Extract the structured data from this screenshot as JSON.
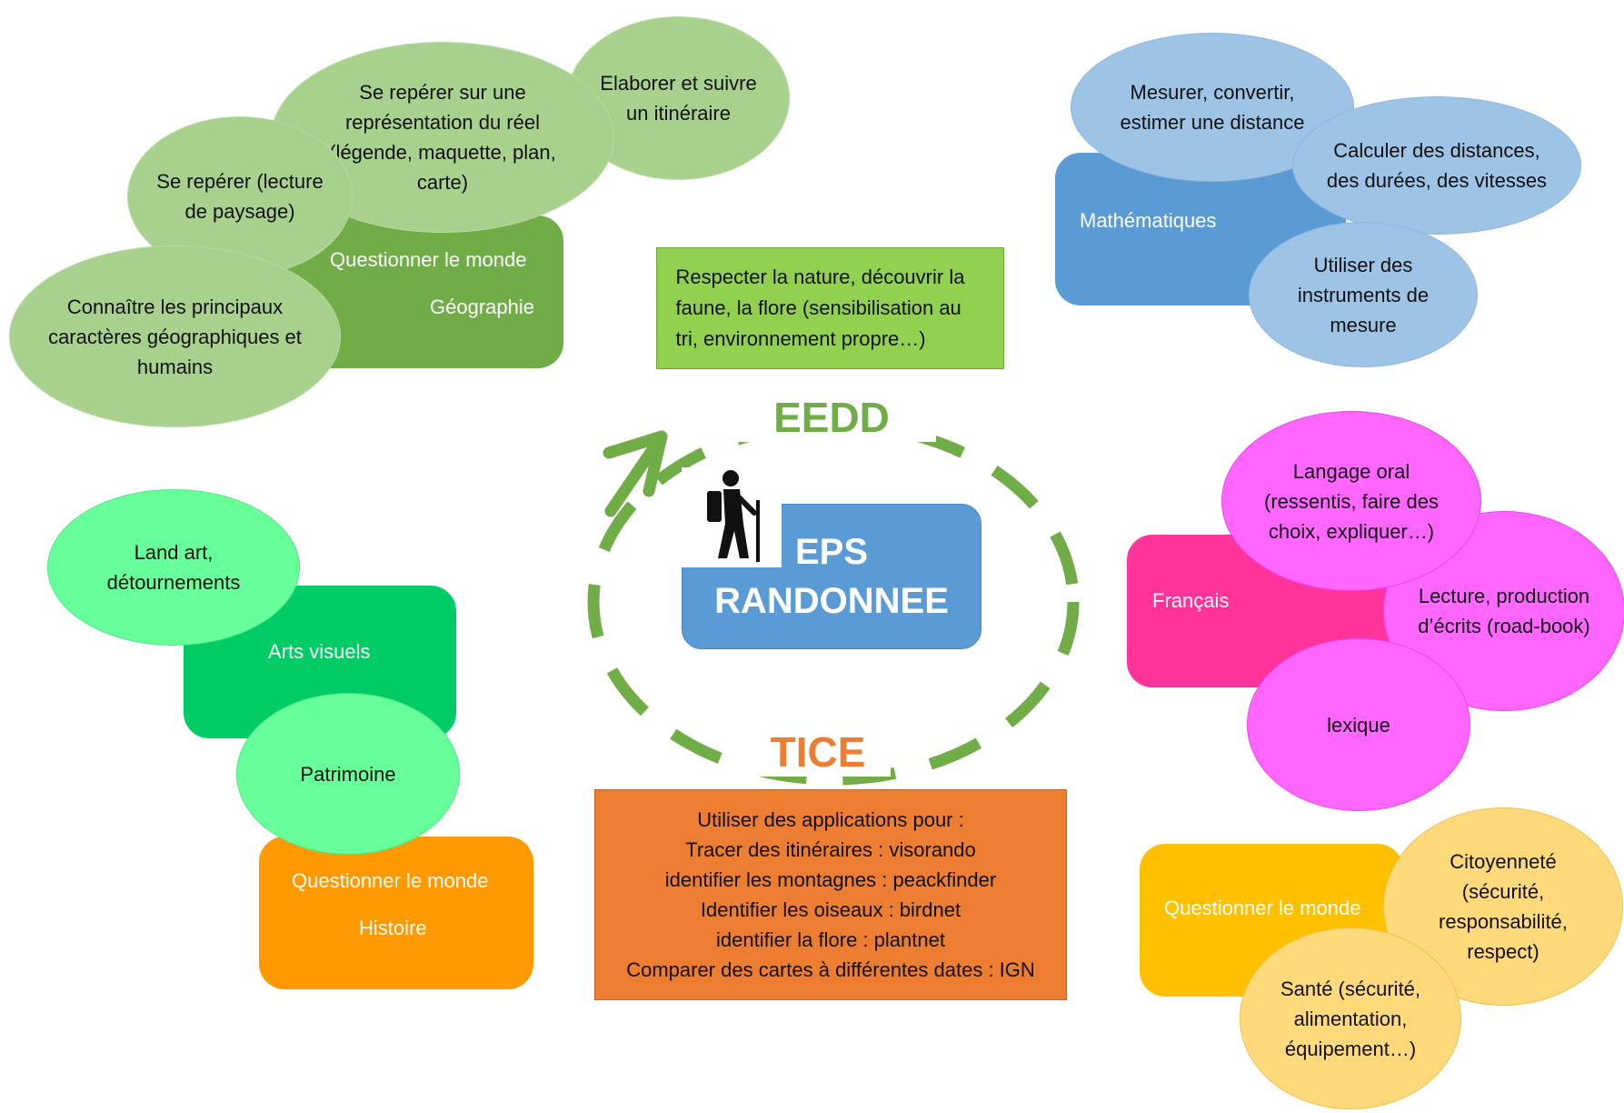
{
  "center": {
    "line1": "EPS",
    "line2": "RANDONNEE"
  },
  "cycle": {
    "top_label": "EEDD",
    "bottom_label": "TICE"
  },
  "eedd_box": {
    "text": "Respecter la nature, découvrir la faune, la flore (sensibilisation au tri, environnement propre…)"
  },
  "tice_box": {
    "lines": [
      "Utiliser des applications pour :",
      "Tracer des itinéraires : visorando",
      "identifier les montagnes : peackfinder",
      "Identifier les oiseaux : birdnet",
      "identifier la flore : plantnet",
      "Comparer des cartes à différentes dates : IGN"
    ]
  },
  "geography": {
    "subject_line1": "Questionner le monde",
    "subject_line2": "Géographie",
    "bubbles": [
      "Connaître les principaux caractères géographiques et humains",
      "Se repérer (lecture de paysage)",
      "Se repérer sur une représentation du réel (légende, maquette, plan, carte)",
      "Elaborer et suivre un itinéraire"
    ]
  },
  "maths": {
    "subject": "Mathématiques",
    "bubbles": [
      "Mesurer, convertir, estimer une distance",
      "Calculer des distances, des durées, des vitesses",
      "Utiliser des instruments de mesure"
    ]
  },
  "french": {
    "subject": "Français",
    "bubbles": [
      "Langage oral (ressentis, faire des choix, expliquer…)",
      "Lecture, production d’écrits (road-book)",
      "lexique"
    ]
  },
  "arts": {
    "subject": "Arts visuels",
    "bubbles": [
      "Land art, détournements",
      "Patrimoine"
    ]
  },
  "history": {
    "subject_line1": "Questionner le monde",
    "subject_line2": "Histoire"
  },
  "civics": {
    "subject": "Questionner le monde",
    "bubbles": [
      "Citoyenneté (sécurité, responsabilité, respect)",
      "Santé (sécurité, alimentation, équipement…)"
    ]
  },
  "colors": {
    "geography": "#70ad47",
    "maths": "#5b9bd5",
    "french": "#ff3399",
    "arts": "#00cc66",
    "history": "#ff9900",
    "civics": "#ffc000",
    "center": "#5b9bd5",
    "eedd": "#92d050",
    "tice": "#ed7d31",
    "cycle": "#70ad47"
  },
  "icons": {
    "center": "hiker-icon"
  }
}
